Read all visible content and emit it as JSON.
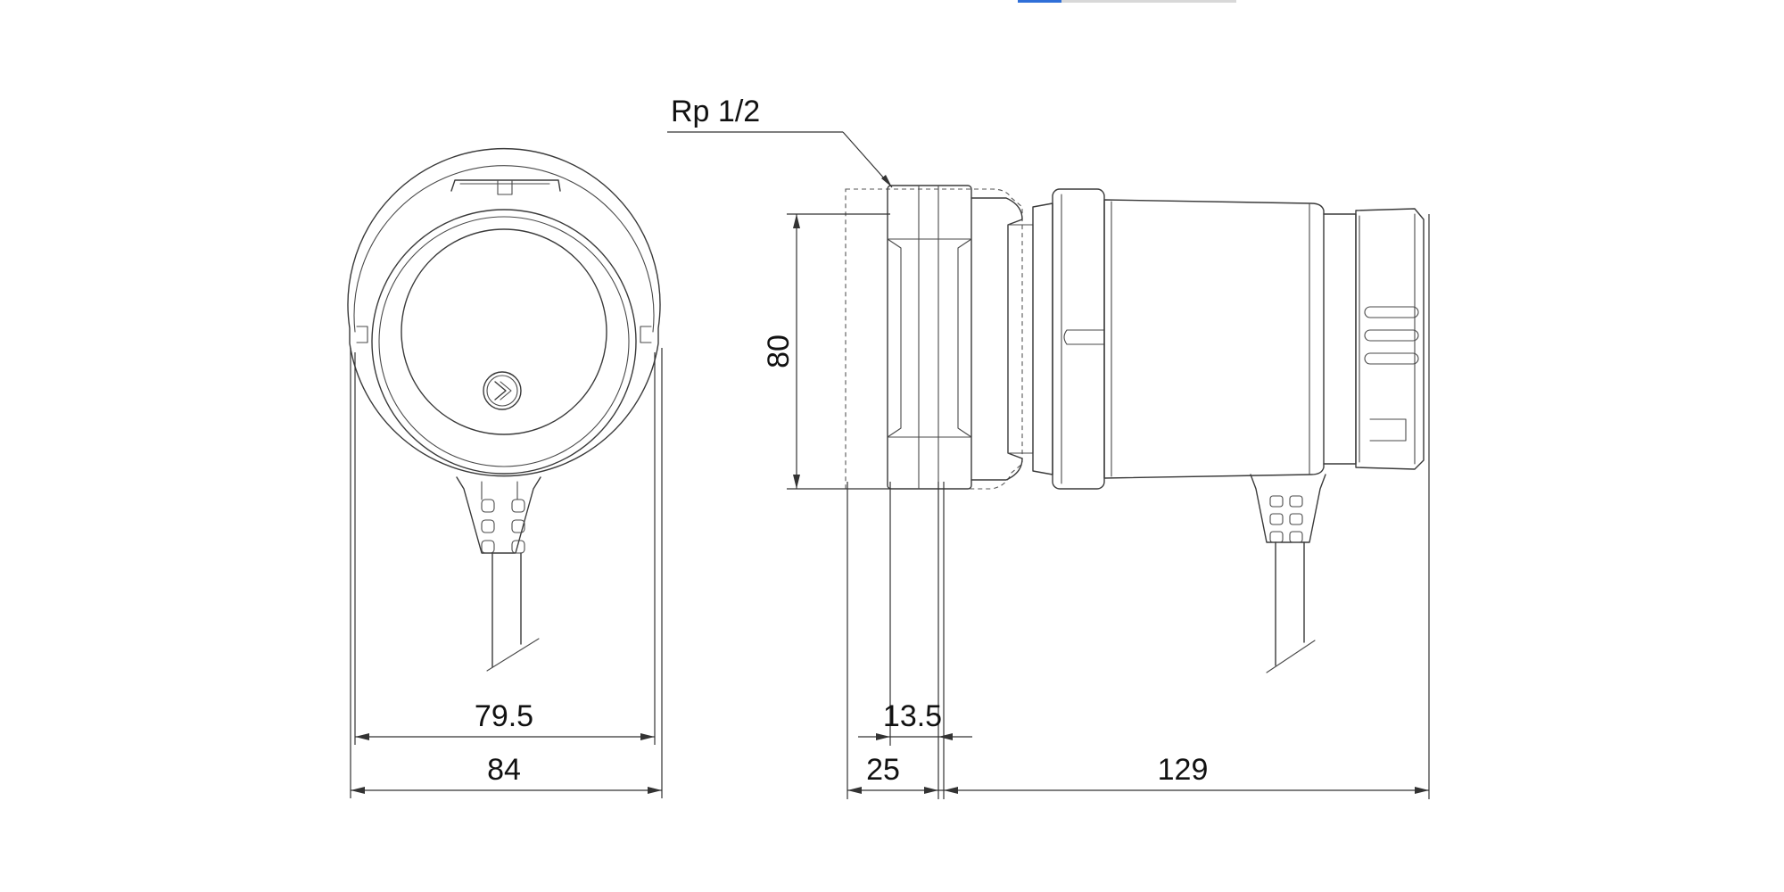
{
  "top_bar": {
    "active_color": "#2f6fd8",
    "track_color": "#d8d8d8"
  },
  "drawing": {
    "thread_label": "Rp 1/2",
    "dimensions": {
      "height": "80",
      "inner_width": "79.5",
      "outer_width": "84",
      "port_depth": "13.5",
      "port_offset": "25",
      "body_length": "129"
    },
    "icons": {
      "front_view": "pump-front-view-icon",
      "side_view": "pump-side-view-icon",
      "direction_arrow": "flow-direction-arrow-icon"
    }
  }
}
